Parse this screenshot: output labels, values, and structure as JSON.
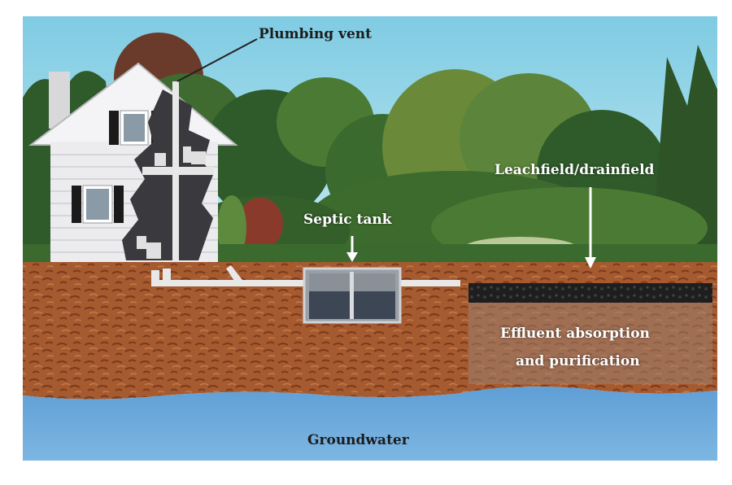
{
  "labels": {
    "plumbing_vent": "Plumbing vent",
    "leachfield": "Leachfield/drainfield",
    "septic_tank": "Septic tank",
    "effluent_line1": "Effluent absorption",
    "effluent_line2": "and purification",
    "groundwater": "Groundwater"
  },
  "colors": {
    "sky": "#8fd3e6",
    "foliage_dark": "#2f5a2a",
    "foliage_mid": "#4b7a34",
    "foliage_light": "#7a9a4a",
    "soil": "#a8582e",
    "soil_dark": "#7e3d1e",
    "groundwater": "#6aa6d8",
    "house": "#eeeef0",
    "pipe": "#e6e6e6",
    "drainfield_gravel": "#222222"
  }
}
